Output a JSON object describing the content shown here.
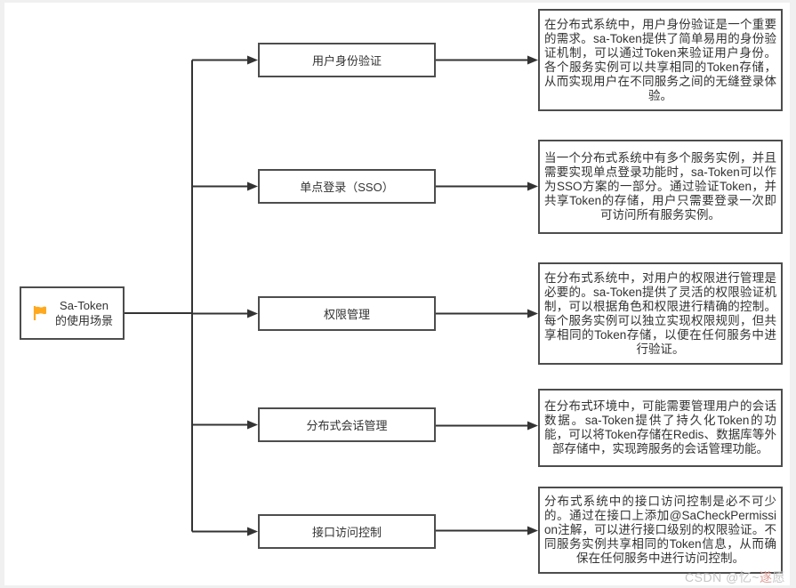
{
  "diagram": {
    "root": {
      "icon": "flag-icon",
      "label_line1": "Sa-Token",
      "label_line2": "的使用场景"
    },
    "branches": [
      {
        "topic": "用户身份验证",
        "description": "在分布式系统中，用户身份验证是一个重要的需求。sa-Token提供了简单易用的身份验证机制，可以通过Token来验证用户身份。各个服务实例可以共享相同的Token存储，从而实现用户在不同服务之间的无缝登录体验。"
      },
      {
        "topic": "单点登录（SSO）",
        "description": "当一个分布式系统中有多个服务实例，并且需要实现单点登录功能时，sa-Token可以作为SSO方案的一部分。通过验证Token，并共享Token的存储，用户只需要登录一次即可访问所有服务实例。"
      },
      {
        "topic": "权限管理",
        "description": "在分布式系统中，对用户的权限进行管理是必要的。sa-Token提供了灵活的权限验证机制，可以根据角色和权限进行精确的控制。每个服务实例可以独立实现权限规则，但共享相同的Token存储，以便在任何服务中进行验证。"
      },
      {
        "topic": "分布式会话管理",
        "description": "在分布式环境中，可能需要管理用户的会话数据。sa-Token提供了持久化Token的功能，可以将Token存储在Redis、数据库等外部存储中，实现跨服务的会话管理功能。"
      },
      {
        "topic": "接口访问控制",
        "description": "分布式系统中的接口访问控制是必不可少的。通过在接口上添加@SaCheckPermission注解，可以进行接口级别的权限验证。不同服务实例共享相同的Token信息，从而确保在任何服务中进行访问控制。"
      }
    ],
    "watermark": {
      "prefix": "CSDN @忆~",
      "accent": "遂",
      "suffix": "愿"
    }
  },
  "colors": {
    "flag": "#FFA91F",
    "line": "#333333",
    "box_border": "#4d4d4d",
    "watermark_gray": "#c6c6c6",
    "watermark_accent": "#dfa09b"
  }
}
